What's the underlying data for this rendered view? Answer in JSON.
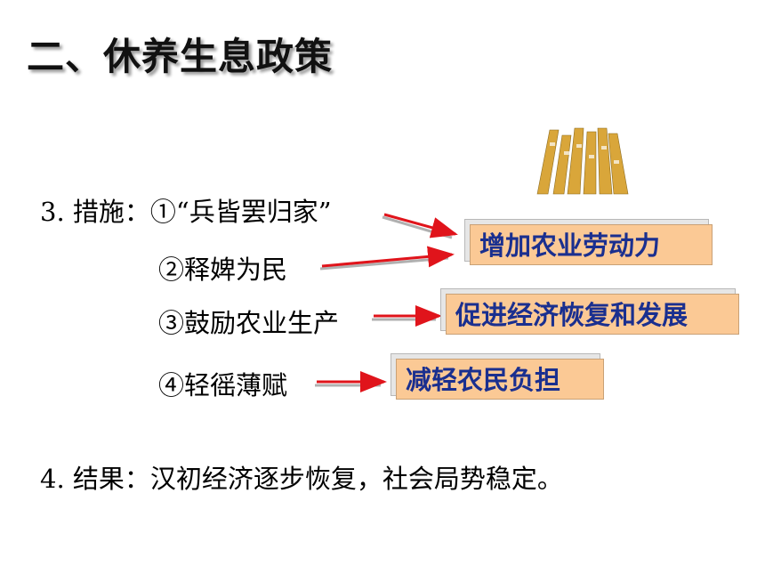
{
  "title": "二、休养生息政策",
  "measures": {
    "label": "3. 措施：",
    "items": [
      "①“兵皆罢归家”",
      "②释婢为民",
      "③鼓励农业生产",
      "④轻徭薄赋"
    ]
  },
  "effects": [
    "增加农业劳动力",
    "促进经济恢复和发展",
    "减轻农民负担"
  ],
  "result": "4. 结果：汉初经济逐步恢复，社会局势稳定。",
  "colors": {
    "box_fill": "#fbc995",
    "box_text": "#1a2f8f",
    "arrow": "#e0141b"
  }
}
